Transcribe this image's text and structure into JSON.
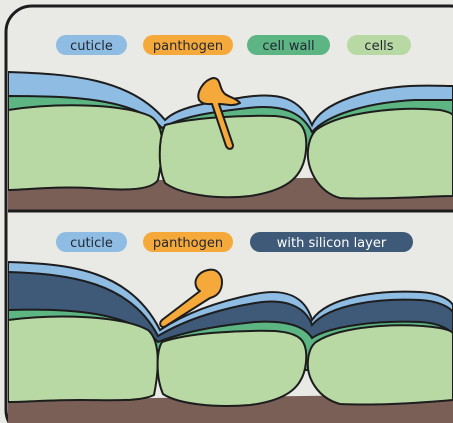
{
  "panels": [
    {
      "id": "top",
      "legend": [
        {
          "label": "cuticle",
          "color": "#8fbce3"
        },
        {
          "label": "panthogen",
          "color": "#f6a93b"
        },
        {
          "label": "cell wall",
          "color": "#5db583"
        },
        {
          "label": "cells",
          "color": "#b9d9a4"
        }
      ]
    },
    {
      "id": "bottom",
      "legend": [
        {
          "label": "cuticle",
          "color": "#8fbce3"
        },
        {
          "label": "panthogen",
          "color": "#f6a93b"
        },
        {
          "label": "with silicon layer",
          "color": "#3e5a78"
        }
      ]
    }
  ],
  "colors": {
    "background": "#e9e9e6",
    "outline": "#1d1d1d",
    "cuticle": "#8fbce3",
    "pathogen": "#f6a93b",
    "cell_wall": "#5db583",
    "cells": "#b9d9a4",
    "silicon": "#3e5a78",
    "soil": "#7a5f57"
  }
}
